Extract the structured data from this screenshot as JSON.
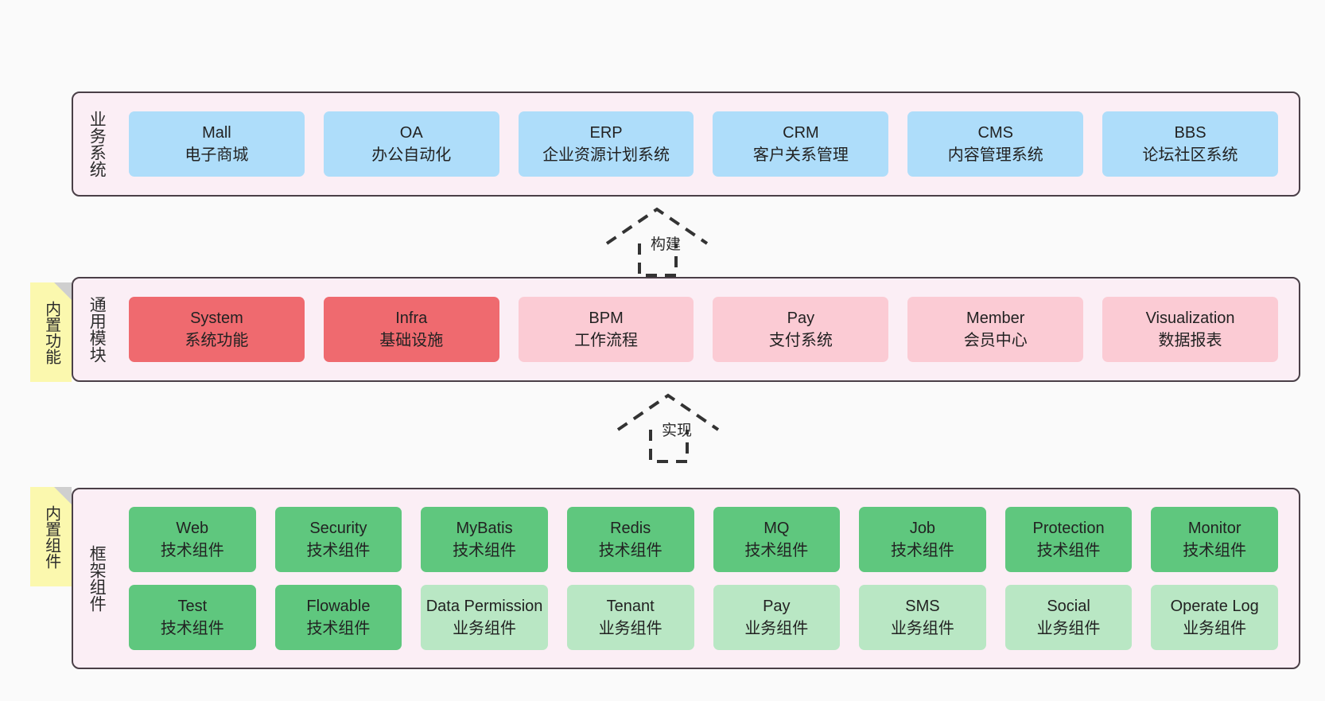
{
  "diagram": {
    "background": "#fafafa",
    "layer_fill": "#fbeef5",
    "layer_border": "#4a3f47",
    "note_fill": "#fbf8ae",
    "note_fold": "#cfcfcf",
    "color_business": "#aeddfa",
    "color_module_strong": "#ef6a6f",
    "color_module_light": "#fbcbd4",
    "color_tech_strong": "#5fc77e",
    "color_tech_light": "#b9e7c4"
  },
  "layers": {
    "business": {
      "title": "业务系统",
      "items": [
        {
          "en": "Mall",
          "cn": "电子商城"
        },
        {
          "en": "OA",
          "cn": "办公自动化"
        },
        {
          "en": "ERP",
          "cn": "企业资源计划系统"
        },
        {
          "en": "CRM",
          "cn": "客户关系管理"
        },
        {
          "en": "CMS",
          "cn": "内容管理系统"
        },
        {
          "en": "BBS",
          "cn": "论坛社区系统"
        }
      ]
    },
    "modules": {
      "title": "通用模块",
      "note": "内置功能",
      "items": [
        {
          "en": "System",
          "cn": "系统功能",
          "variant": "strong"
        },
        {
          "en": "Infra",
          "cn": "基础设施",
          "variant": "strong"
        },
        {
          "en": "BPM",
          "cn": "工作流程",
          "variant": "light"
        },
        {
          "en": "Pay",
          "cn": "支付系统",
          "variant": "light"
        },
        {
          "en": "Member",
          "cn": "会员中心",
          "variant": "light"
        },
        {
          "en": "Visualization",
          "cn": "数据报表",
          "variant": "light"
        }
      ]
    },
    "framework": {
      "title": "框架组件",
      "note": "内置组件",
      "row1": [
        {
          "en": "Web",
          "cn": "技术组件",
          "variant": "strong"
        },
        {
          "en": "Security",
          "cn": "技术组件",
          "variant": "strong"
        },
        {
          "en": "MyBatis",
          "cn": "技术组件",
          "variant": "strong"
        },
        {
          "en": "Redis",
          "cn": "技术组件",
          "variant": "strong"
        },
        {
          "en": "MQ",
          "cn": "技术组件",
          "variant": "strong"
        },
        {
          "en": "Job",
          "cn": "技术组件",
          "variant": "strong"
        },
        {
          "en": "Protection",
          "cn": "技术组件",
          "variant": "strong"
        },
        {
          "en": "Monitor",
          "cn": "技术组件",
          "variant": "strong"
        }
      ],
      "row2": [
        {
          "en": "Test",
          "cn": "技术组件",
          "variant": "strong"
        },
        {
          "en": "Flowable",
          "cn": "技术组件",
          "variant": "strong"
        },
        {
          "en": "Data Permission",
          "cn": "业务组件",
          "variant": "light",
          "wrap": true
        },
        {
          "en": "Tenant",
          "cn": "业务组件",
          "variant": "light"
        },
        {
          "en": "Pay",
          "cn": "业务组件",
          "variant": "light"
        },
        {
          "en": "SMS",
          "cn": "业务组件",
          "variant": "light"
        },
        {
          "en": "Social",
          "cn": "业务组件",
          "variant": "light"
        },
        {
          "en": "Operate Log",
          "cn": "业务组件",
          "variant": "light"
        }
      ]
    }
  },
  "connectors": [
    {
      "label": "构建"
    },
    {
      "label": "实现"
    }
  ]
}
